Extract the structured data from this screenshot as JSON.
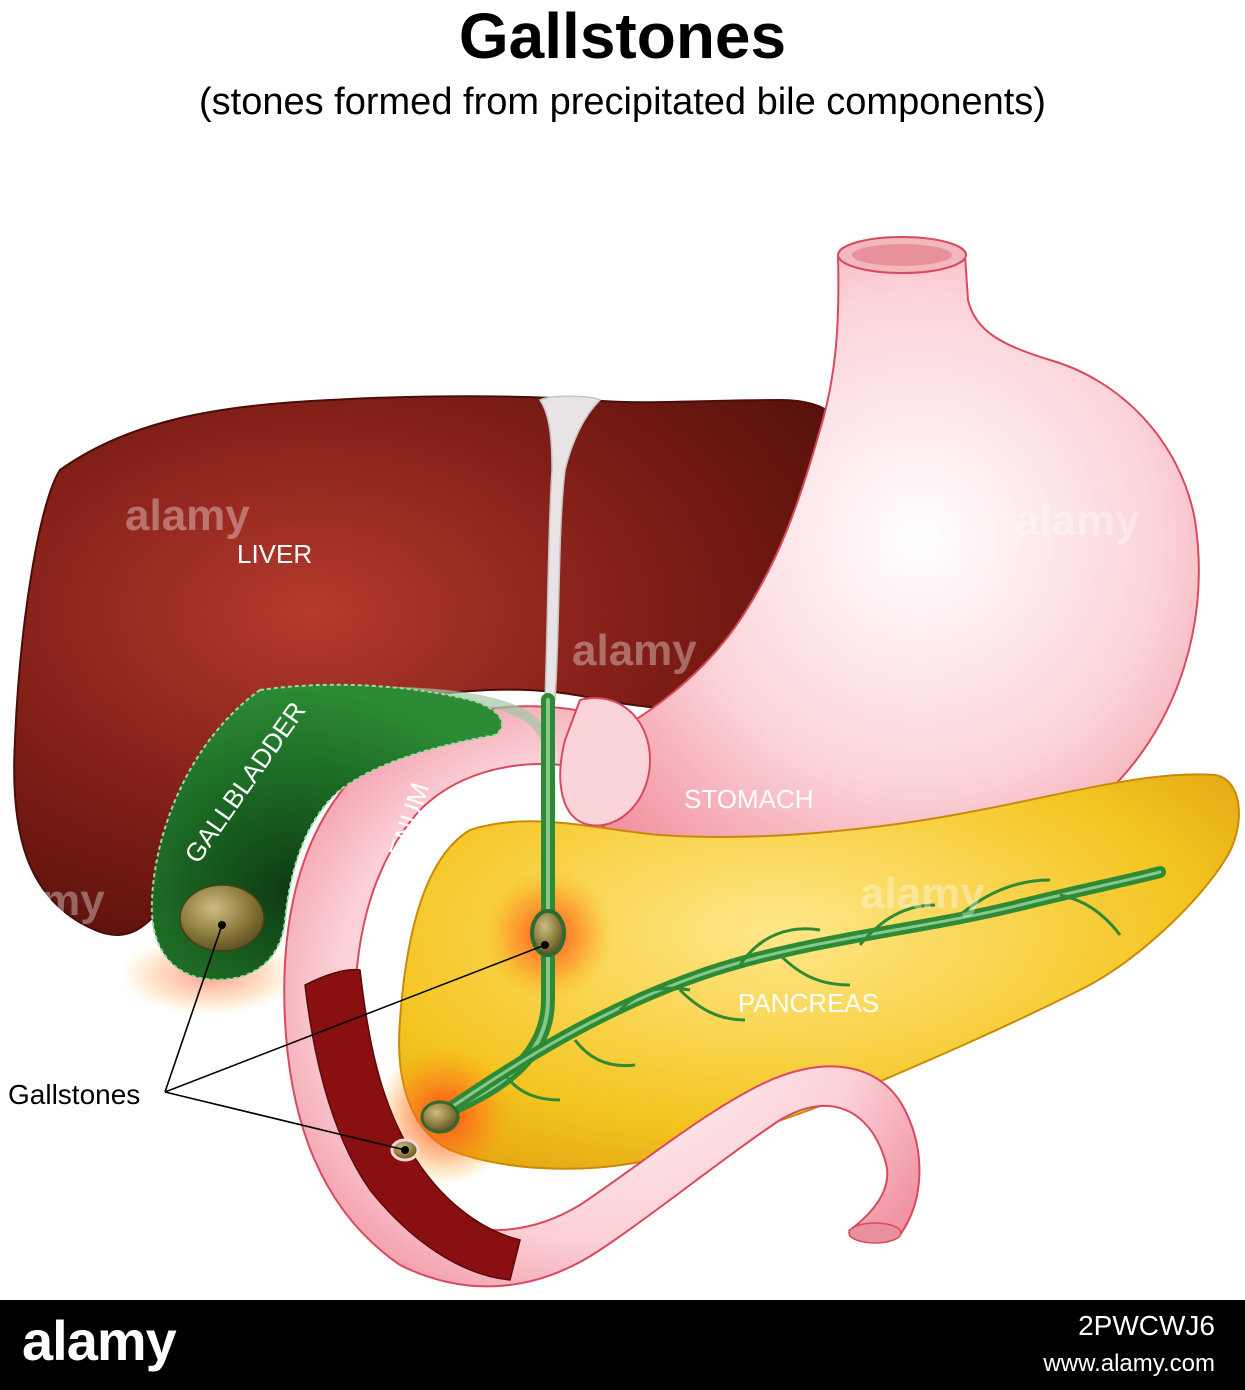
{
  "header": {
    "title": "Gallstones",
    "subtitle": "(stones formed from precipitated bile components)"
  },
  "labels": {
    "liver": "LIVER",
    "gallbladder": "GALLBLADDER",
    "duodenum": "DUODENUM",
    "stomach": "STOMACH",
    "pancreas": "PANCREAS",
    "gallstones": "Gallstones"
  },
  "watermark": "alamy",
  "footer": {
    "logo": "alamy",
    "image_id": "2PWCWJ6",
    "url": "www.alamy.com"
  },
  "colors": {
    "liver": "#7a1a14",
    "stomach": "#f8c6cc",
    "pancreas": "#f2c21a",
    "gallbladder": "#1f7a2a",
    "duct": "#2f8a36",
    "stone": "#8a7a3a",
    "lumen": "#8a0f10"
  }
}
